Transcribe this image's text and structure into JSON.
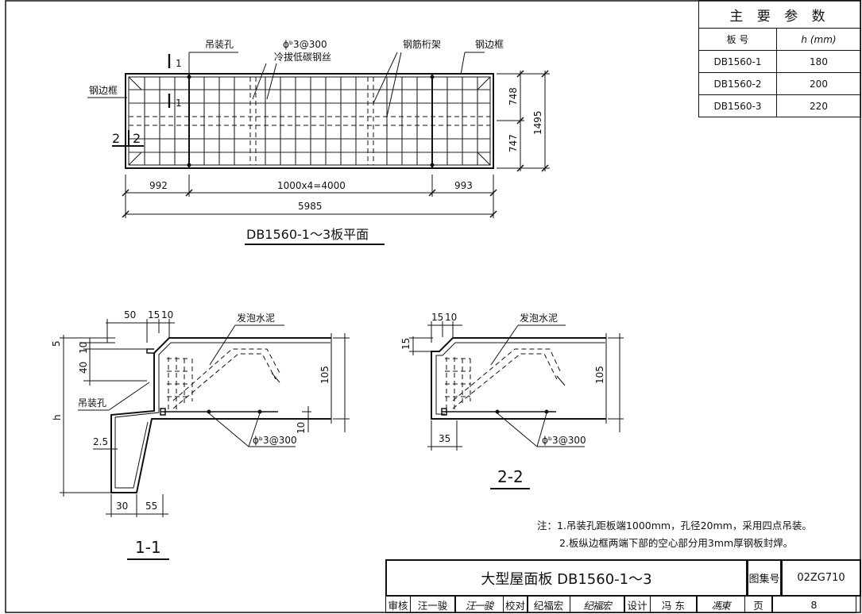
{
  "plan": {
    "title": "DB1560-1～3板平面",
    "labels": {
      "lift_hole": "吊装孔",
      "wire_spec": "ϕᵇ3@300",
      "wire_material": "冷拔低碳钢丝",
      "truss": "钢筋桁架",
      "steel_frame_right": "钢边框",
      "steel_frame_left": "钢边框"
    },
    "section_marks": {
      "one": "1",
      "two": "2"
    },
    "dims": {
      "left": "992",
      "middle": "1000x4=4000",
      "right": "993",
      "total": "5985",
      "half_top": "748",
      "half_bottom": "747",
      "width": "1495"
    }
  },
  "section_1_1": {
    "title": "1-1",
    "labels": {
      "foam": "发泡水泥",
      "lift_hole": "吊装孔",
      "wire": "ϕᵇ3@300",
      "h": "h"
    },
    "dims": {
      "d50": "50",
      "d15": "15",
      "d10": "10",
      "v5": "5",
      "v10": "10",
      "v40": "40",
      "d105": "105",
      "d10b": "10",
      "d2_5": "2.5",
      "d30": "30",
      "d55": "55"
    }
  },
  "section_2_2": {
    "title": "2-2",
    "labels": {
      "foam": "发泡水泥",
      "wire": "ϕᵇ3@300"
    },
    "dims": {
      "d15": "15",
      "d10": "10",
      "v15": "15",
      "d105": "105",
      "d35": "35"
    }
  },
  "param_table": {
    "caption": "主 要 参 数",
    "headers": {
      "board_no": "板 号",
      "h": "h (mm)"
    },
    "rows": [
      {
        "board": "DB1560-1",
        "h": "180"
      },
      {
        "board": "DB1560-2",
        "h": "200"
      },
      {
        "board": "DB1560-3",
        "h": "220"
      }
    ]
  },
  "notes": {
    "line1": "注：1.吊装孔距板端1000mm，孔径20mm，采用四点吊装。",
    "line2": "2.板纵边框两端下部的空心部分用3mm厚钢板封焊。"
  },
  "title_block": {
    "title": "大型屋面板  DB1560-1～3",
    "atlas_label": "图集号",
    "atlas_no": "02ZG710",
    "review_label": "审核",
    "review_name": "汪一骏",
    "review_sig": "汪一骏",
    "check_label": "校对",
    "check_name": "纪福宏",
    "check_sig": "纪福宏",
    "design_label": "设计",
    "design_name": "冯 东",
    "design_sig": "馮東",
    "page_label": "页",
    "page_no": "8"
  }
}
